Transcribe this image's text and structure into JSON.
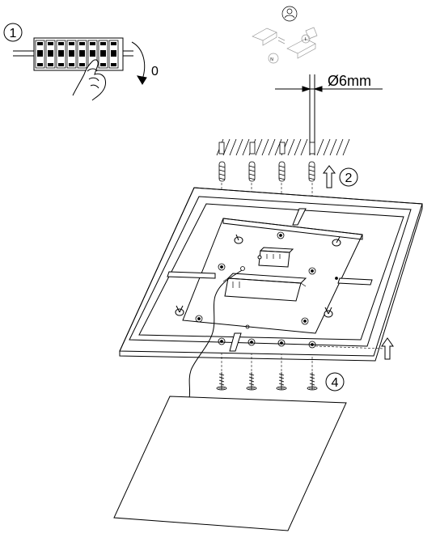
{
  "steps": {
    "step1": "1",
    "step2": "2",
    "step4": "4"
  },
  "switch_off_label": "0",
  "drill_diameter": "Ø6mm",
  "junction_box": {
    "label_a": "N",
    "label_b": "L"
  },
  "colors": {
    "line": "#000000",
    "hatch": "#000000",
    "background": "#ffffff"
  },
  "icons": [
    "electrician-icon",
    "circuit-breaker-icon",
    "hand-icon",
    "rotate-arrow-icon",
    "up-arrow-icon",
    "screw-icon",
    "wall-plug-icon",
    "drill-bit-icon"
  ]
}
